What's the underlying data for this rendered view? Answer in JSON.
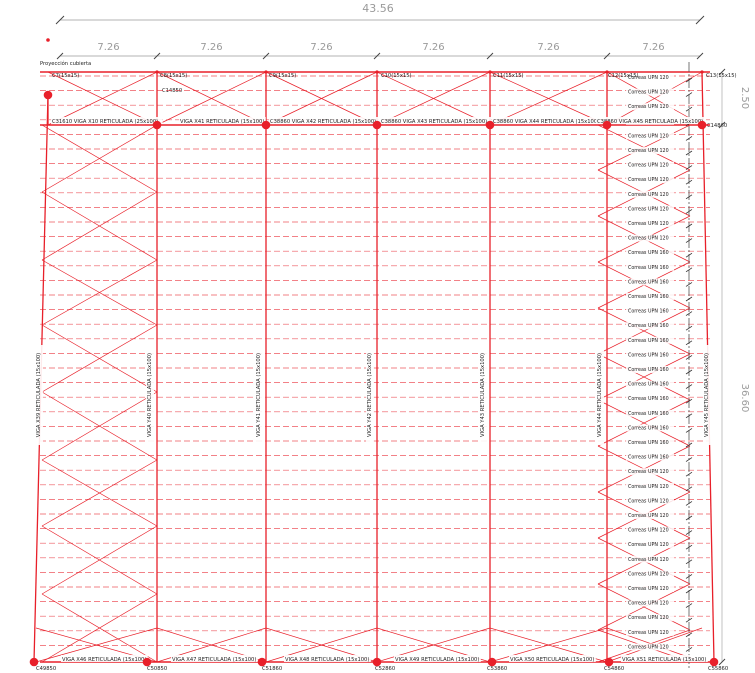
{
  "colors": {
    "structure": "#e8202a",
    "dimension": "#9a9a9a",
    "text": "#222222",
    "axis": "#555555"
  },
  "dimensions": {
    "total_width": "43.56",
    "bays": [
      "7.26",
      "7.26",
      "7.26",
      "7.26",
      "7.26",
      "7.26"
    ],
    "right_top": "2.50",
    "right_main": "36.60"
  },
  "projection_label": "Proyección cubierta",
  "top_columns": [
    "C7(15x15)",
    "C8(15x15)",
    "C9(15x15)",
    "C10(15x15)",
    "C11(15x15)",
    "C12(15x15)",
    "C13(15x15)"
  ],
  "top_sub_label": "C14850",
  "mid_column_right": "C14860",
  "top_beam_labels": [
    "C31610  VIGA X10 RETICULADA (25x100)",
    "VIGA X41 RETICULADA (15x100)",
    "C38860  VIGA X42 RETICULADA (15x100)",
    "C38860  VIGA X43 RETICULADA (15x100)",
    "C38860 VIGA X44 RETICULADA (15x100)",
    "C38860 VIGA X45 RETICULADA (15x100)"
  ],
  "bottom_beam_labels": [
    "VIGA X46 RETICULADA (15x100)",
    "VIGA X47 RETICULADA (15x100)",
    "VIGA X48 RETICULADA (15x100)",
    "VIGA X49 RETICULADA (15x100)",
    "VIGA X50 RETICULADA (15x100)",
    "VIGA X51 RETICULADA (15x100)"
  ],
  "bottom_column_labels": [
    "C49850",
    "C50850",
    "C51860",
    "C52860",
    "C53860",
    "C54860",
    "C55860"
  ],
  "vertical_beam_labels": [
    "VIGA X39 RETICULADA (15x100)",
    "VIGA Y40 RETICULADA (15x100)",
    "VIGA Y41 RETICULADA (15x100)",
    "VIGA Y42 RETICULADA (15x100)",
    "VIGA Y43 RETICULADA (15x100)",
    "VIGA Y44 RETICULADA (15x100)",
    "VIGA Y45 RETICULADA (15x100)"
  ],
  "purlins": [
    "Correas UPN 120",
    "Correas UPN 120",
    "Correas UPN 120",
    "Correas UPN 120",
    "Correas UPN 120",
    "Correas UPN 120",
    "Correas UPN 120",
    "Correas UPN 120",
    "Correas UPN 120",
    "Correas UPN 120",
    "Correas UPN 120",
    "Correas UPN 120",
    "Correas UPN 160",
    "Correas UPN 160",
    "Correas UPN 160",
    "Correas UPN 160",
    "Correas UPN 160",
    "Correas UPN 160",
    "Correas UPN 160",
    "Correas UPN 160",
    "Correas UPN 160",
    "Correas UPN 160",
    "Correas UPN 160",
    "Correas UPN 160",
    "Correas UPN 160",
    "Correas UPN 160",
    "Correas UPN 160",
    "Correas UPN 120",
    "Correas UPN 120",
    "Correas UPN 120",
    "Correas UPN 120",
    "Correas UPN 120",
    "Correas UPN 120",
    "Correas UPN 120",
    "Correas UPN 120",
    "Correas UPN 120",
    "Correas UPN 120",
    "Correas UPN 120",
    "Correas UPN 120",
    "Correas UPN 120"
  ]
}
